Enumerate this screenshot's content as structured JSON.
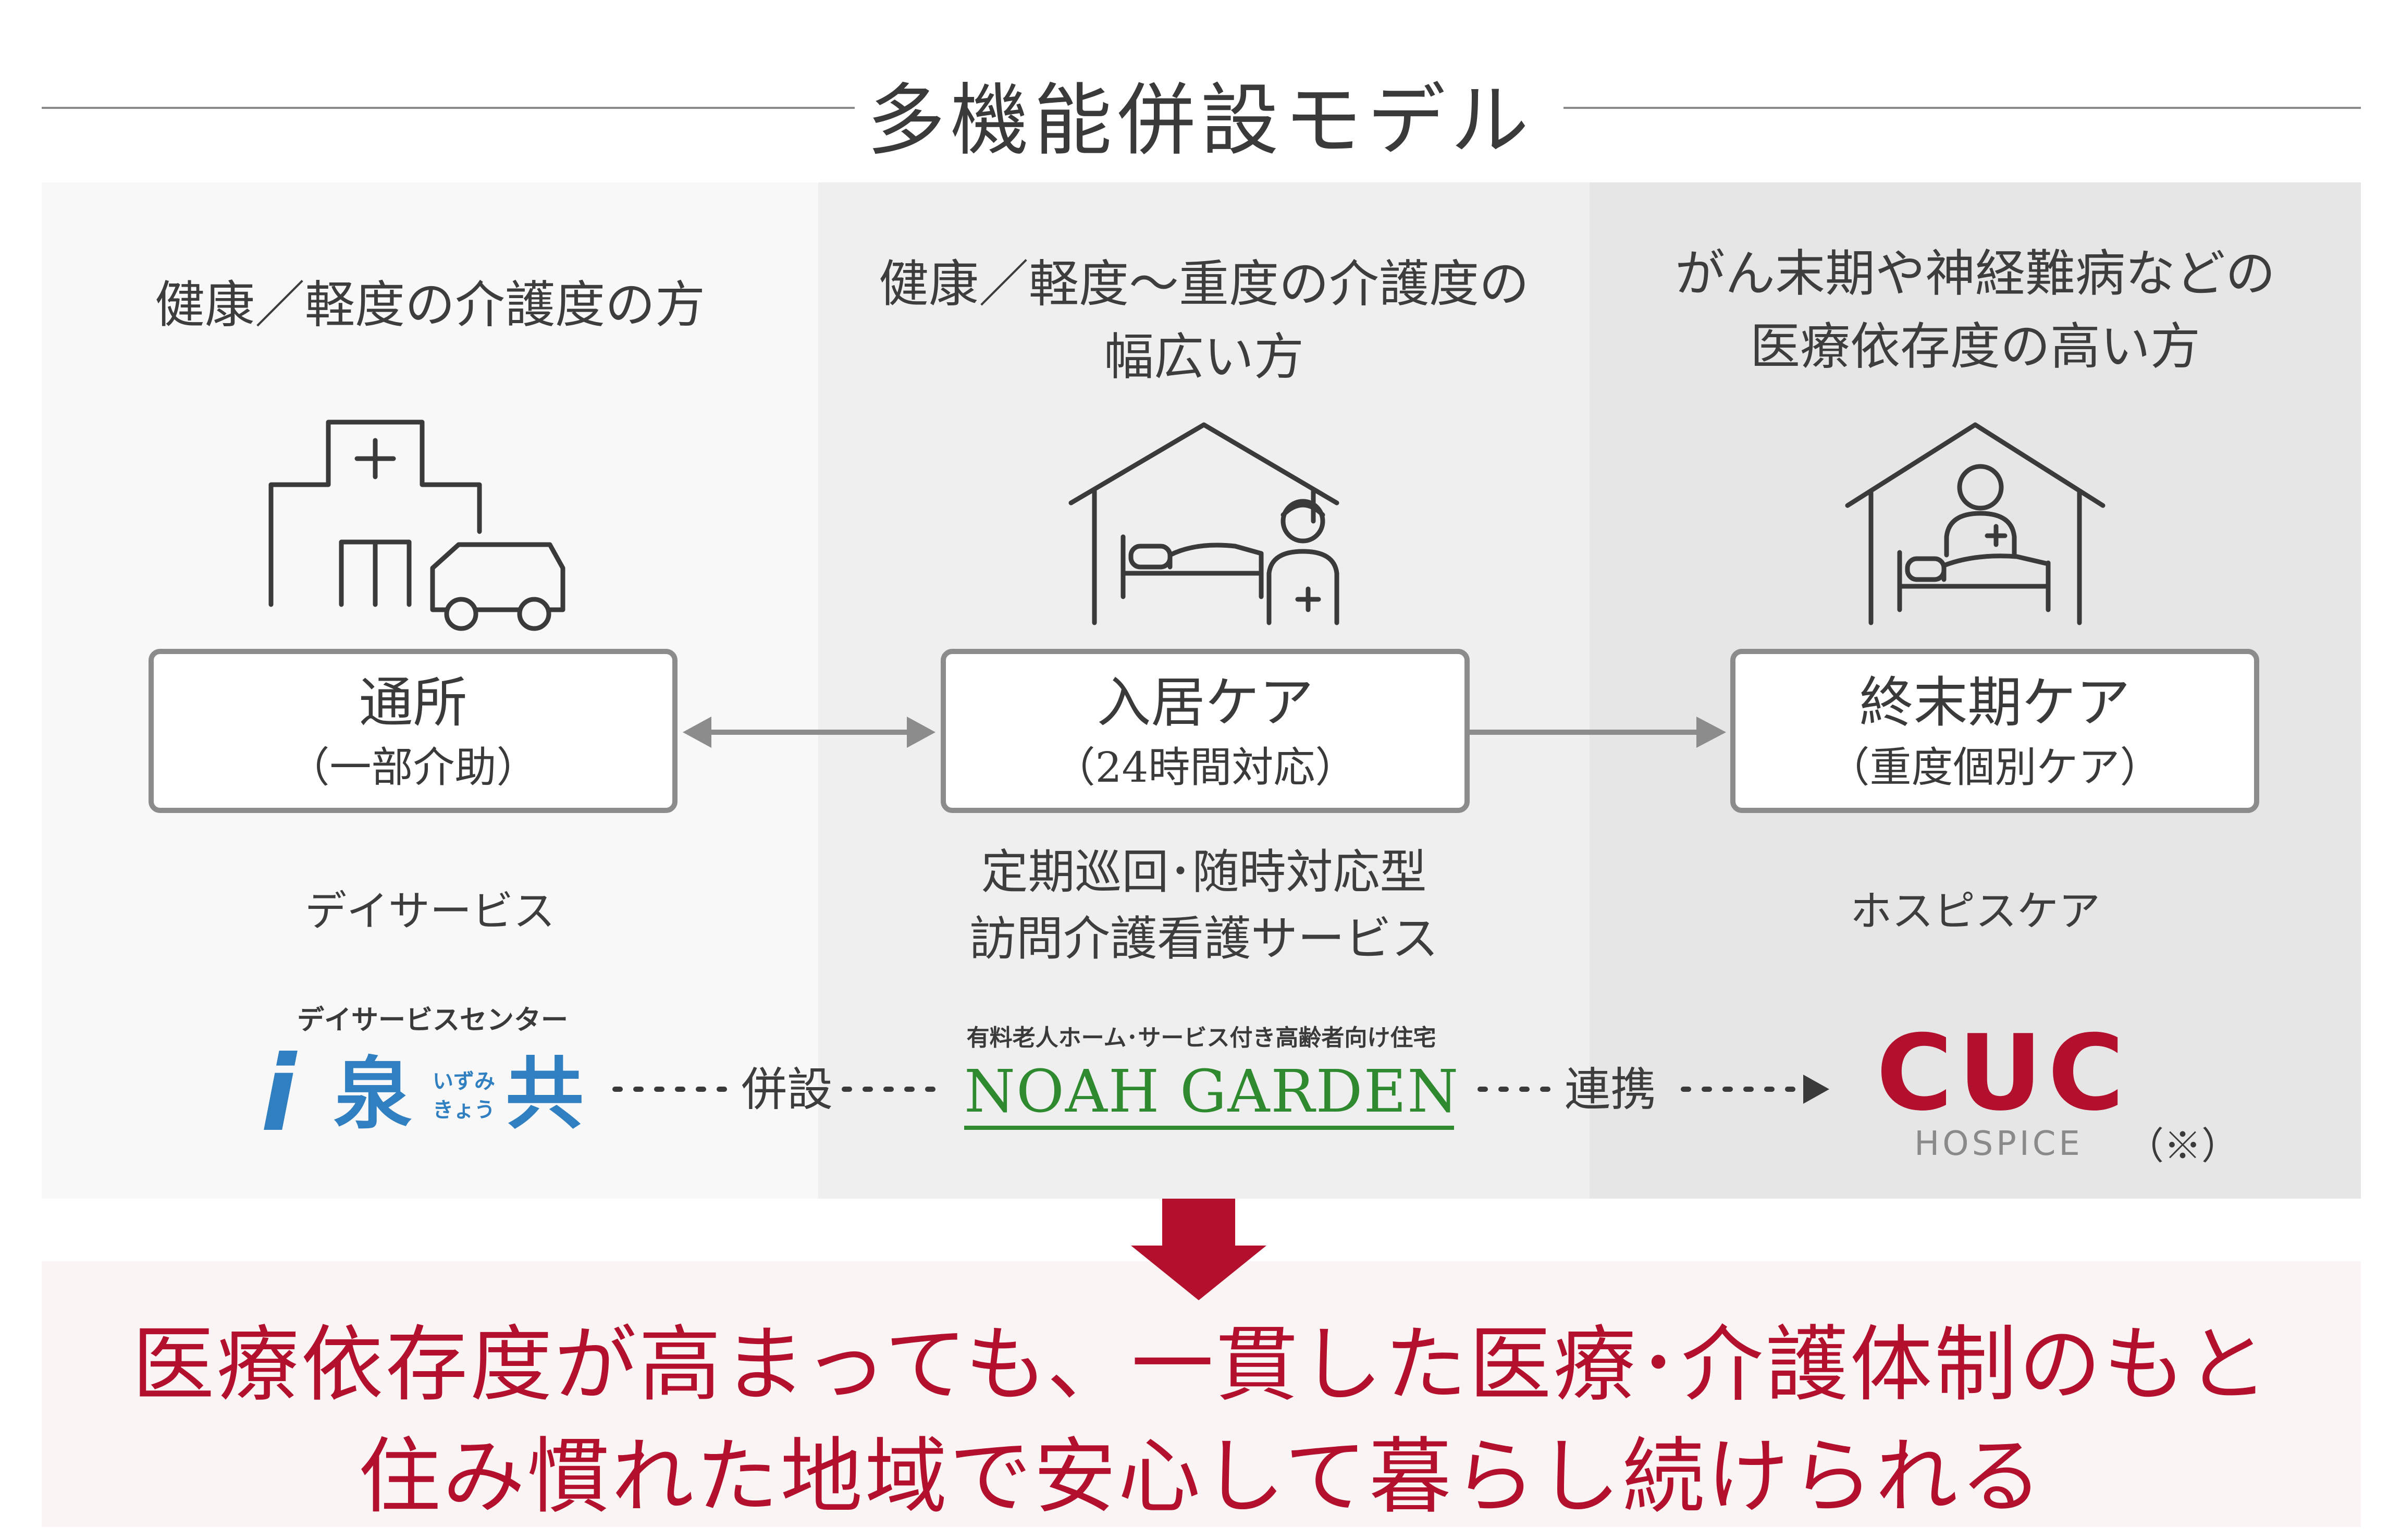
{
  "title": "多機能併設モデル",
  "columns": [
    {
      "heading_lines": [
        "健康／軽度の介護度の方"
      ],
      "icon": "hospital-car-icon",
      "box_title": "通所",
      "box_sub": "（一部介助）",
      "service_lines": [
        "デイサービス"
      ],
      "logo": {
        "caption": "デイサービスセンター",
        "mark": "i",
        "name1": "泉",
        "ruby1": "いずみ",
        "ruby2": "きょう",
        "name2": "共"
      }
    },
    {
      "heading_lines": [
        "健康／軽度〜重度の介護度の",
        "幅広い方"
      ],
      "icon": "house-bed-nurse-icon",
      "box_title": "入居ケア",
      "box_sub": "（24時間対応）",
      "service_lines": [
        "定期巡回･随時対応型",
        "訪問介護看護サービス"
      ],
      "logo": {
        "caption": "有料老人ホーム･サービス付き高齢者向け住宅",
        "name": "NOAH GARDEN"
      }
    },
    {
      "heading_lines": [
        "がん末期や神経難病などの",
        "医療依存度の高い方"
      ],
      "icon": "house-patient-doctor-icon",
      "box_title": "終末期ケア",
      "box_sub": "（重度個別ケア）",
      "service_lines": [
        "ホスピスケア"
      ],
      "logo": {
        "name": "CUC",
        "sub": "HOSPICE",
        "note": "（※）"
      }
    }
  ],
  "connectors": [
    {
      "label": "併設"
    },
    {
      "label": "連携"
    }
  ],
  "conclusion": {
    "line1": "医療依存度が高まっても、一貫した医療･介護体制のもと",
    "line2": "住み慣れた地域で安心して暮らし続けられる"
  },
  "colors": {
    "accent": "#b3102e",
    "icon_stroke": "#3a3a3a",
    "box_border": "#8c8c8c",
    "logo_blue": "#2f7fc1",
    "logo_green": "#2f8a2f",
    "col1_bg": "#f8f8f8",
    "col2_bg": "#efefef",
    "col3_bg": "#e6e6e6",
    "banner_bg": "#fbf4f5"
  }
}
